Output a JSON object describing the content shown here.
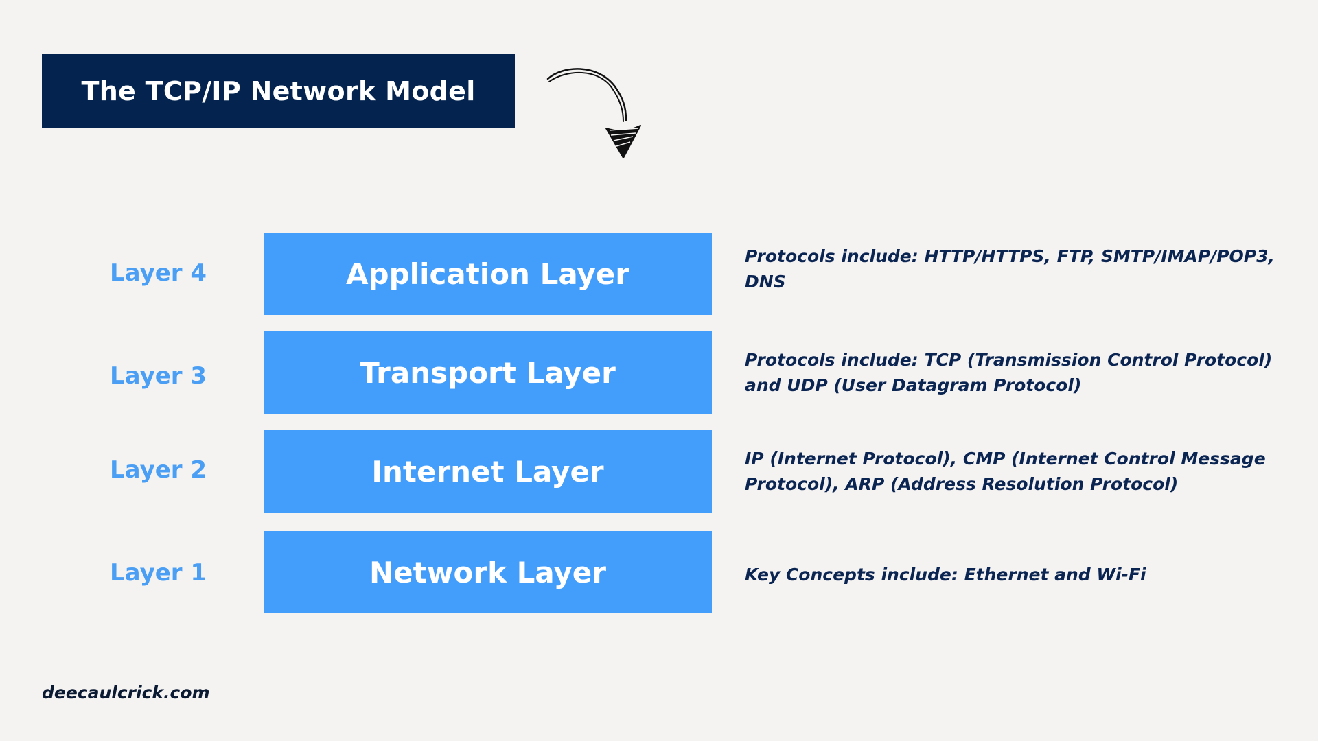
{
  "title": "The TCP/IP Network Model",
  "layers": [
    {
      "label": "Layer 4",
      "name": "Application Layer",
      "description": "Protocols include: HTTP/HTTPS, FTP, SMTP/IMAP/POP3, DNS"
    },
    {
      "label": "Layer 3",
      "name": "Transport Layer",
      "description": "Protocols include: TCP (Transmission Control Protocol) and UDP (User Datagram Protocol)"
    },
    {
      "label": "Layer 2",
      "name": "Internet Layer",
      "description": "IP (Internet Protocol), CMP (Internet Control Message Protocol), ARP (Address Resolution Protocol)"
    },
    {
      "label": "Layer 1",
      "name": "Network Layer",
      "description": "Key Concepts include: Ethernet and Wi-Fi"
    }
  ],
  "footer": "deecaulcrick.com",
  "colors": {
    "title_background": "#04244f",
    "layer_box": "#439dfb",
    "layer_label": "#4a9ff5",
    "description_text": "#0b2552",
    "background": "#f5f3f2"
  },
  "icons": {
    "arrow": "curved-arrow-down-icon"
  }
}
